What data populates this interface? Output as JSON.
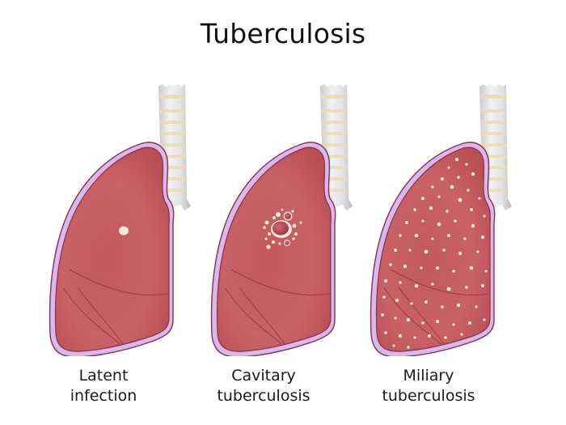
{
  "title": "Tuberculosis",
  "colors": {
    "lung_fill": "#c65a5e",
    "lung_fill_dark": "#b84c52",
    "pleura": "#d9b8ee",
    "outline": "#8a2f48",
    "lesion": "#f3e6dc",
    "trachea": "#dcdde0",
    "cartilage_ring": "#e9dcae"
  },
  "panels": [
    {
      "id": "latent",
      "caption_line1": "Latent",
      "caption_line2": "infection",
      "lesion_type": "single-granuloma"
    },
    {
      "id": "cavitary",
      "caption_line1": "Cavitary",
      "caption_line2": "tuberculosis",
      "lesion_type": "cavity-cluster"
    },
    {
      "id": "miliary",
      "caption_line1": "Miliary",
      "caption_line2": "tuberculosis",
      "lesion_type": "diffuse-nodules"
    }
  ]
}
